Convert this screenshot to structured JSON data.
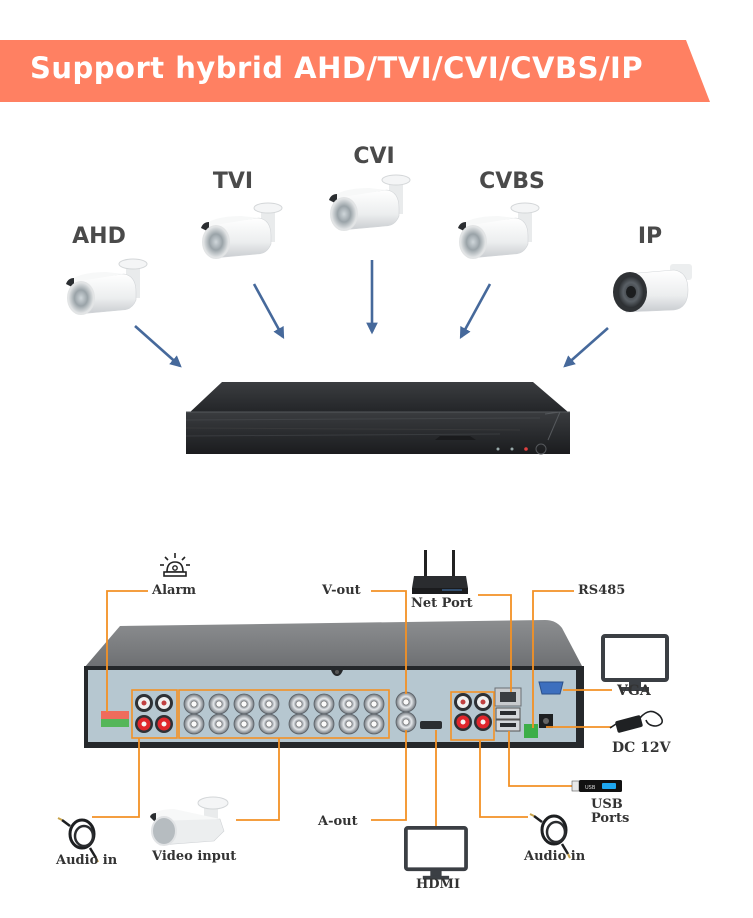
{
  "banner": {
    "title": "Support hybrid AHD/TVI/CVI/CVBS/IP",
    "color": "#ff8062"
  },
  "top_diagram": {
    "cameras": [
      {
        "label": "AHD"
      },
      {
        "label": "TVI"
      },
      {
        "label": "CVI"
      },
      {
        "label": "CVBS"
      },
      {
        "label": "IP"
      }
    ],
    "arrow_color": "#46699b",
    "device": "DVR front panel"
  },
  "rear_panel": {
    "line_color": "#f39125",
    "labels": {
      "alarm": "Alarm",
      "v_out": "V-out",
      "net_port": "Net Port",
      "rs485": "RS485",
      "vga": "VGA",
      "dc12v": "DC 12V",
      "usb_line1": "USB",
      "usb_line2": "Ports",
      "audio_in_left": "Audio in",
      "video_input": "Video input",
      "a_out": "A-out",
      "hdmi": "HDMI",
      "audio_in_right": "Audio in"
    },
    "usb_stick_text": "USB"
  }
}
